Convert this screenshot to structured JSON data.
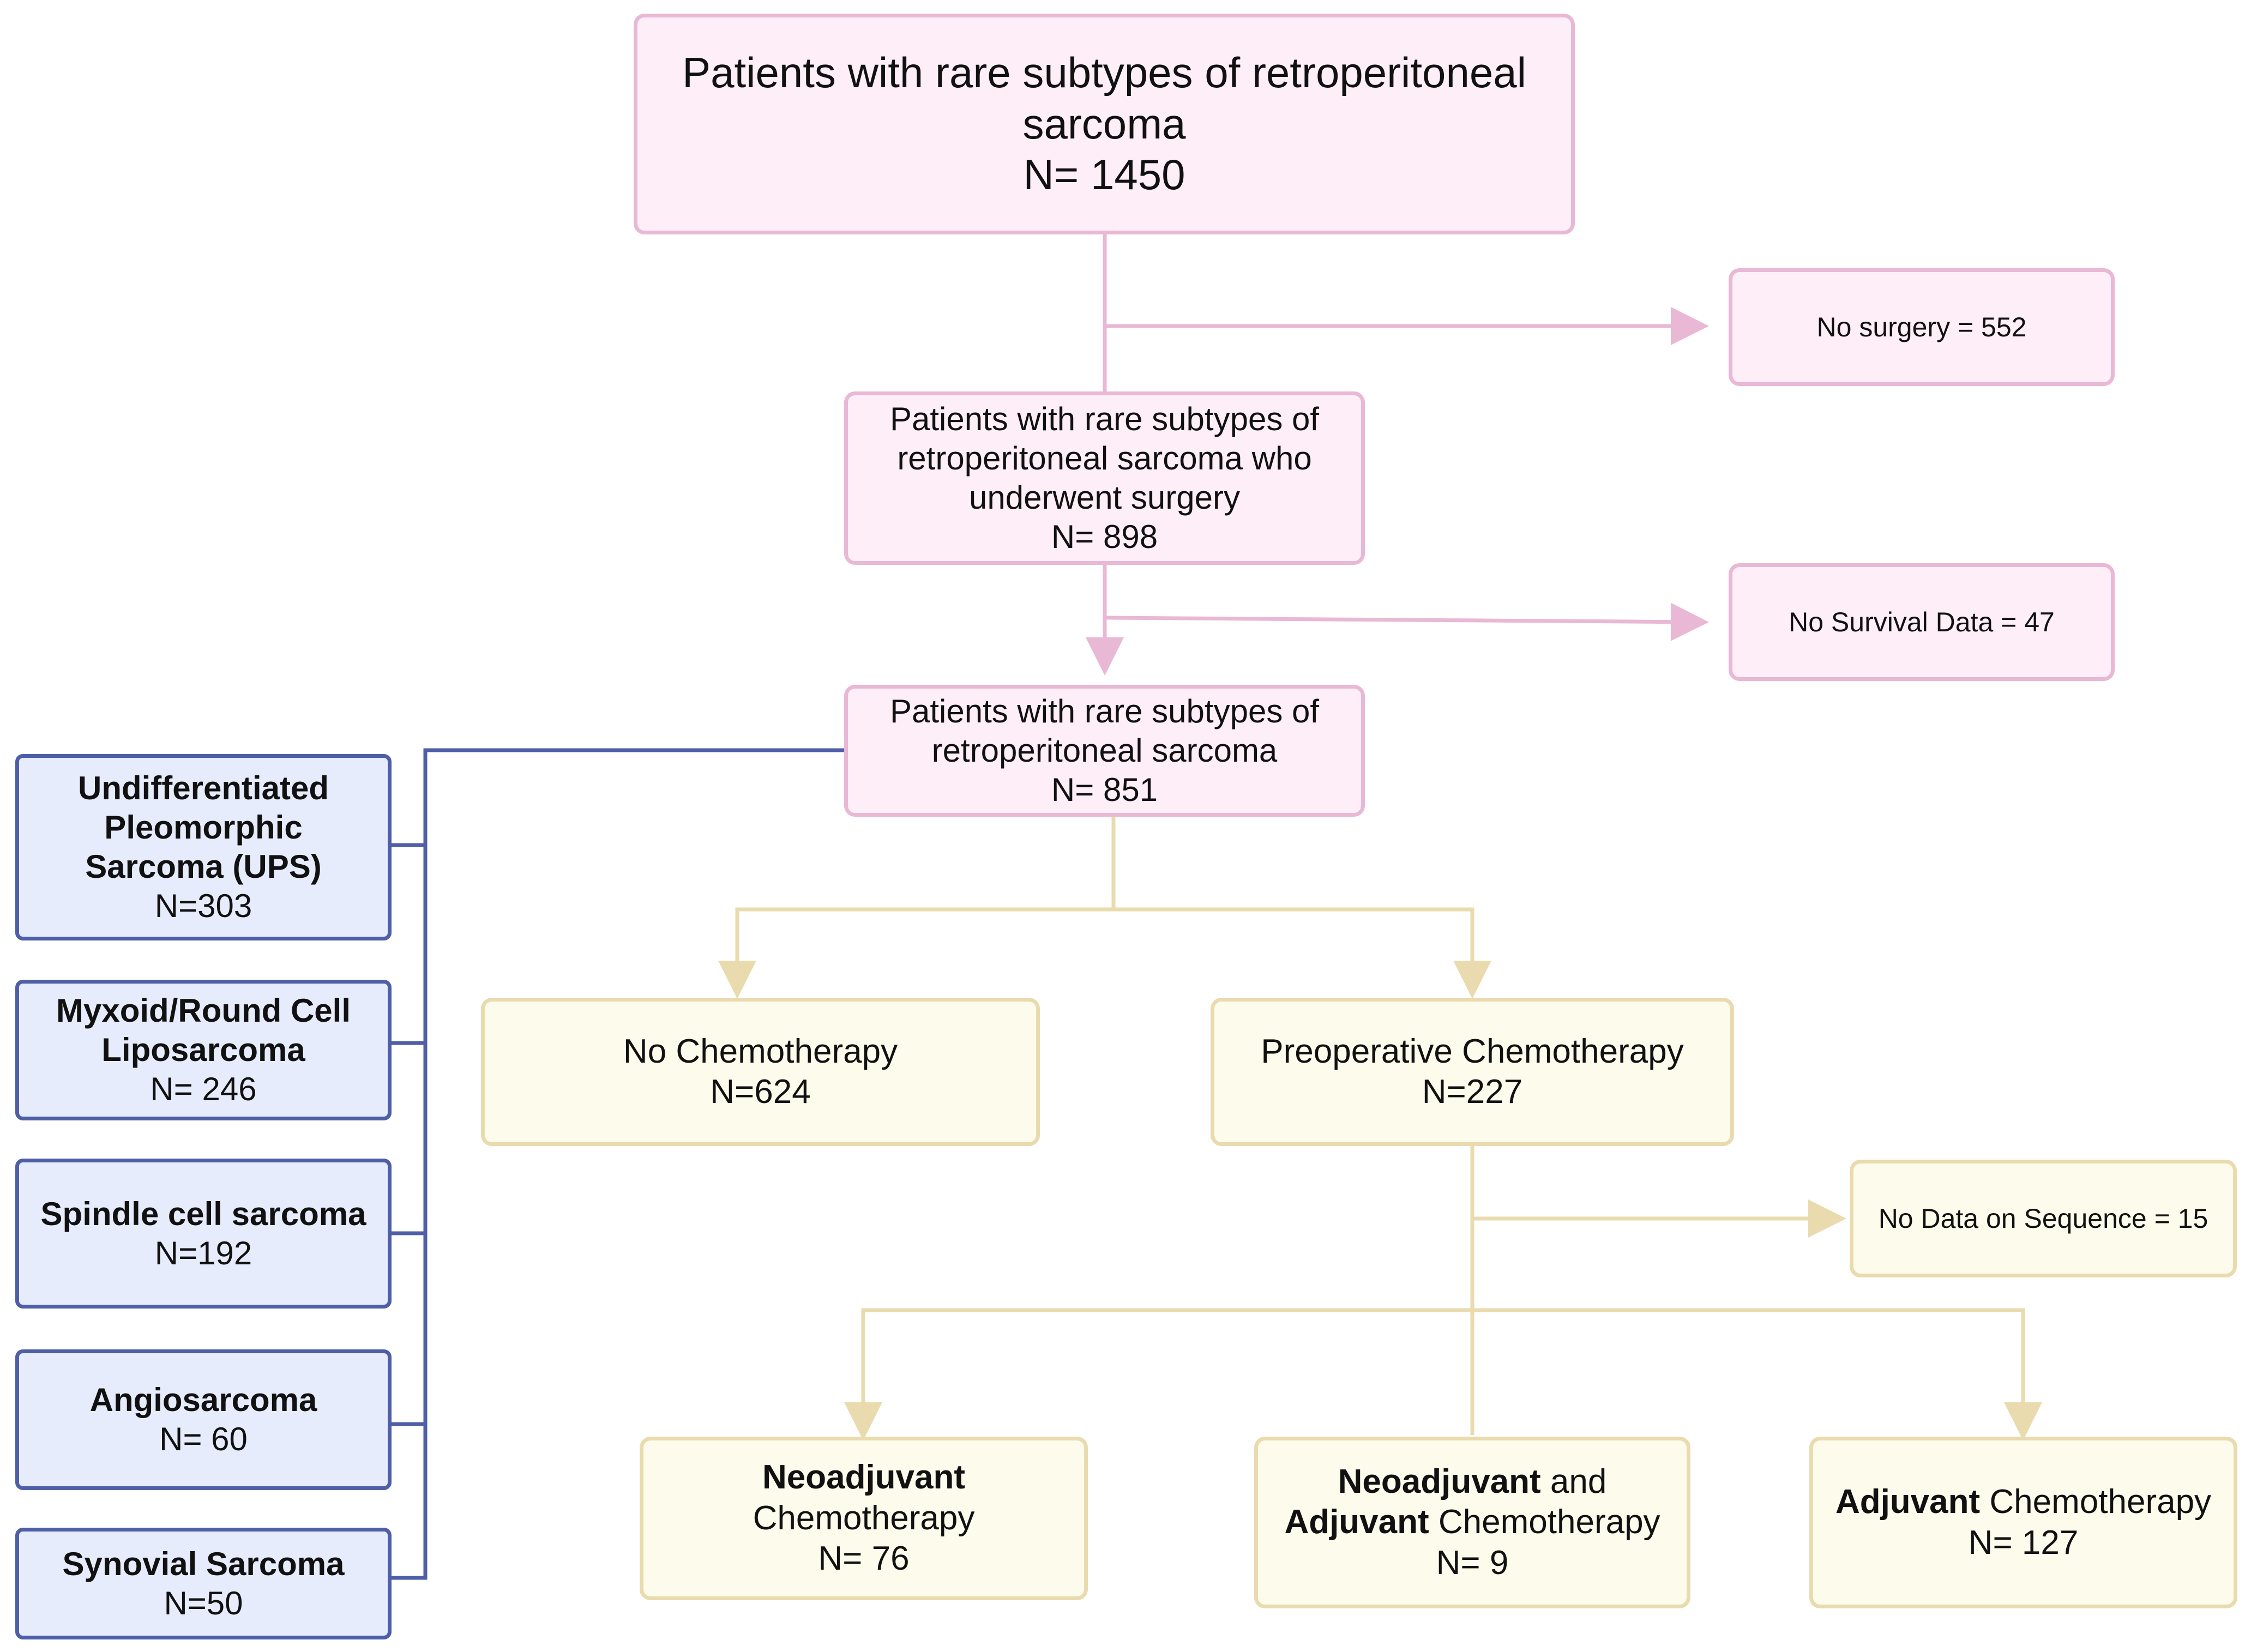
{
  "colors": {
    "pink_fill": "#fdeef7",
    "pink_stroke": "#e8b8d5",
    "yellow_fill": "#fdfbec",
    "yellow_stroke": "#e9dbae",
    "blue_fill": "#e6ecfb",
    "blue_stroke": "#4e5fa8"
  },
  "top": {
    "line1": "Patients with rare subtypes of retroperitoneal",
    "line2": "sarcoma",
    "line3": "N= 1450"
  },
  "no_surgery": "No surgery = 552",
  "surgery": {
    "line1": "Patients with rare subtypes of",
    "line2": "retroperitoneal sarcoma who",
    "line3": "underwent surgery",
    "line4": "N= 898"
  },
  "no_survival": "No Survival Data = 47",
  "cohort": {
    "line1": "Patients with rare subtypes of",
    "line2": "retroperitoneal sarcoma",
    "line3": "N= 851"
  },
  "subtypes": [
    {
      "lines": [
        "Undifferentiated",
        "Pleomorphic",
        "Sarcoma (UPS)"
      ],
      "n": "N=303"
    },
    {
      "lines": [
        "Myxoid/Round Cell",
        "Liposarcoma"
      ],
      "n": "N= 246"
    },
    {
      "lines": [
        "Spindle cell sarcoma"
      ],
      "n": "N=192"
    },
    {
      "lines": [
        "Angiosarcoma"
      ],
      "n": "N= 60"
    },
    {
      "lines": [
        "Synovial Sarcoma"
      ],
      "n": "N=50"
    }
  ],
  "no_chemo": {
    "line1": "No Chemotherapy",
    "line2": "N=624"
  },
  "preop": {
    "line1": "Preoperative Chemotherapy",
    "line2": "N=227"
  },
  "no_sequence": "No Data on Sequence = 15",
  "neoadjuvant": {
    "bold": "Neoadjuvant",
    "line2": "Chemotherapy",
    "n": "N= 76"
  },
  "both": {
    "bold1": "Neoadjuvant",
    "rest1": " and",
    "bold2": "Adjuvant",
    "rest2": " Chemotherapy",
    "n": "N= 9"
  },
  "adjuvant": {
    "bold": "Adjuvant",
    "rest": " Chemotherapy",
    "n": "N= 127"
  }
}
